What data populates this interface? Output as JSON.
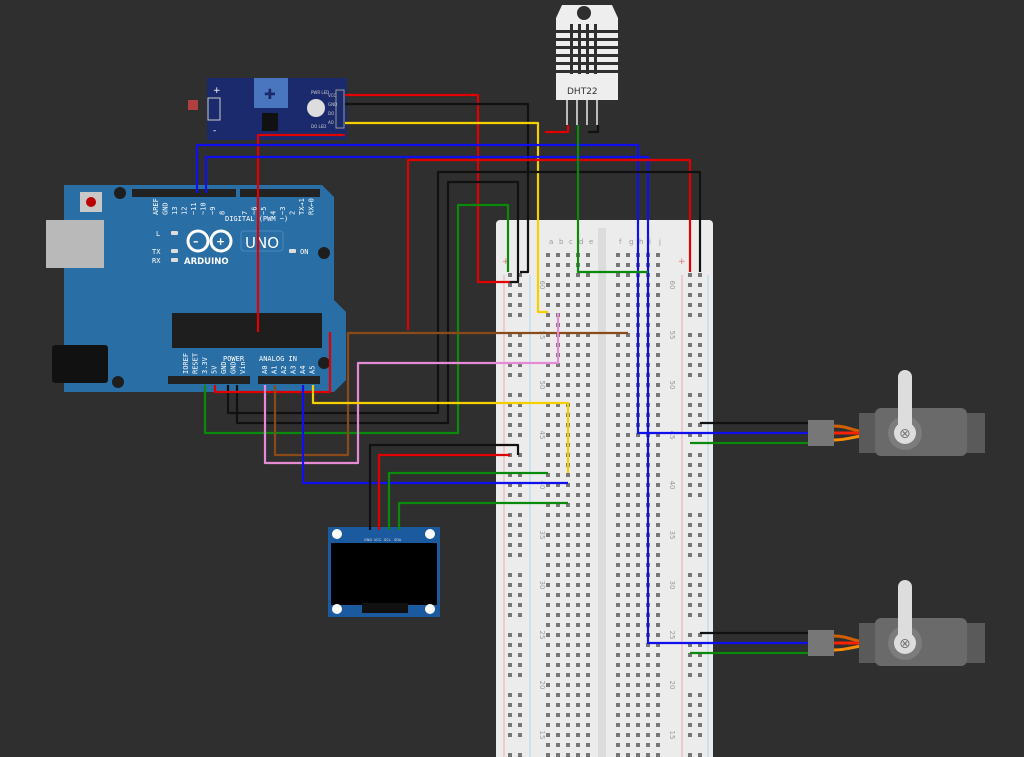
{
  "colors": {
    "canvas": "#2f2f2f",
    "arduino_board": "#2a6ea6",
    "sensor_board": "#1a2a6c",
    "breadboard": "#ececec",
    "servo_body": "#6a6a6a",
    "wire_red": "#e00000",
    "wire_black": "#111111",
    "wire_blue": "#1010ee",
    "wire_green": "#0a8a0a",
    "wire_yellow": "#f5d000",
    "wire_pink": "#e68ad6",
    "wire_brown": "#8a4a1a"
  },
  "sensor_module": {
    "pins": [
      "VCC",
      "GND",
      "DO",
      "AO"
    ],
    "led_labels": [
      "PWR LED",
      "DO LED"
    ],
    "plus": "+",
    "minus": "-"
  },
  "arduino": {
    "digital_pins": [
      "AREF",
      "GND",
      "13",
      "12",
      "~11",
      "~10",
      "~9",
      "8",
      "7",
      "~6",
      "~5",
      "4",
      "~3",
      "2",
      "TX→1",
      "RX←0"
    ],
    "digital_label": "DIGITAL (PWM ~)",
    "led_l": "L",
    "led_tx": "TX",
    "led_rx": "RX",
    "brand": "ARDUINO",
    "model": "UNO",
    "on_label": "ON",
    "power_pins": [
      "IOREF",
      "RESET",
      "3.3V",
      "5V",
      "GND",
      "GND",
      "Vin"
    ],
    "power_label": "POWER",
    "analog_pins": [
      "A0",
      "A1",
      "A2",
      "A3",
      "A4",
      "A5"
    ],
    "analog_label": "ANALOG IN"
  },
  "dht22": {
    "label": "DHT22"
  },
  "oled": {
    "pins": [
      "GND",
      "VCC",
      "SCL",
      "SDA"
    ]
  },
  "breadboard": {
    "columns_left": [
      "a",
      "b",
      "c",
      "d",
      "e"
    ],
    "columns_right": [
      "f",
      "g",
      "h",
      "i",
      "j"
    ],
    "row_numbers": [
      "60",
      "55",
      "50",
      "45",
      "40",
      "35",
      "30",
      "25",
      "20",
      "15"
    ],
    "rail_plus": "+",
    "rail_minus": "-"
  }
}
